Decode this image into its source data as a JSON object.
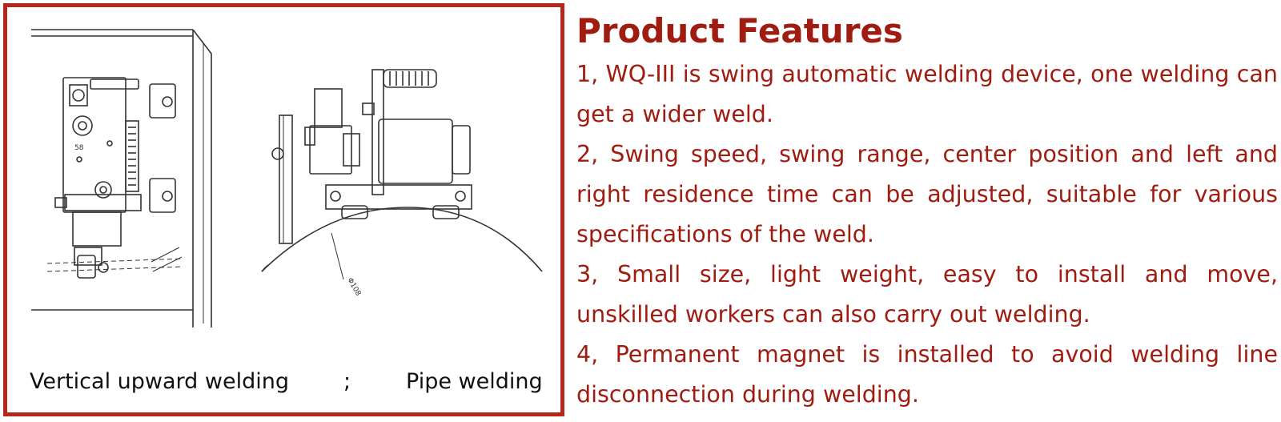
{
  "figure": {
    "caption_left": "Vertical upward welding",
    "caption_separator": ";",
    "caption_right": "Pipe welding",
    "frame_color": "#b5261b"
  },
  "features": {
    "title": "Product Features",
    "text_color": "#a01c10",
    "items": [
      "1, WQ-III is swing automatic welding device, one welding can get a wider weld.",
      "2, Swing speed, swing range, center position and left and right residence time can be adjusted, suitable for various specifications of the weld.",
      "3, Small size, light weight, easy to install and move, unskilled workers can also carry out welding.",
      "4, Permanent magnet is installed to avoid welding line disconnection during welding."
    ]
  }
}
